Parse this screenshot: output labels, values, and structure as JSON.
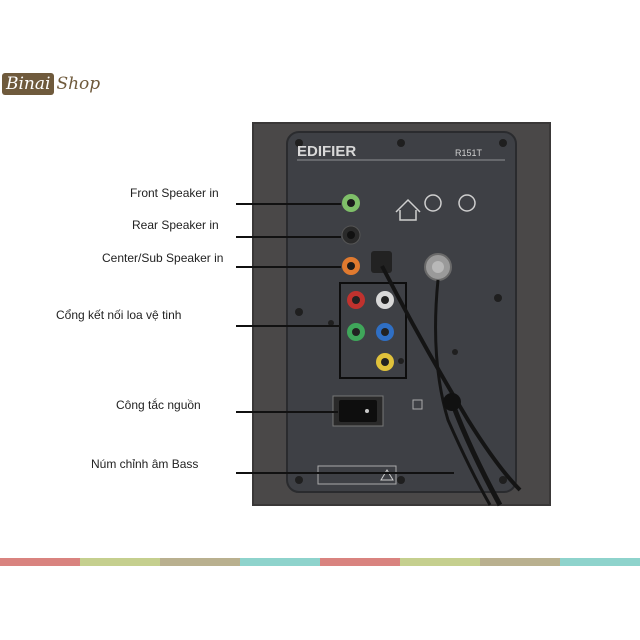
{
  "logo": {
    "highlight": "Binai",
    "rest": "Shop"
  },
  "panel": {
    "brand": "EDIFIER",
    "model": "R151T"
  },
  "callouts": [
    {
      "label": "Front Speaker in"
    },
    {
      "label": "Rear Speaker in"
    },
    {
      "label": "Center/Sub Speaker in"
    },
    {
      "label": "Cổng kết nối loa vệ tinh"
    },
    {
      "label": "Công tắc nguồn"
    },
    {
      "label": "Núm chỉnh âm Bass"
    }
  ],
  "colors": {
    "cabinet": "#4a4848",
    "panel": "#3d3f44",
    "strip": [
      "#d9837f",
      "#c5cf8e",
      "#b9b08f",
      "#8ed3cc",
      "#d9837f",
      "#c5cf8e",
      "#b9b08f",
      "#8ed3cc"
    ]
  }
}
